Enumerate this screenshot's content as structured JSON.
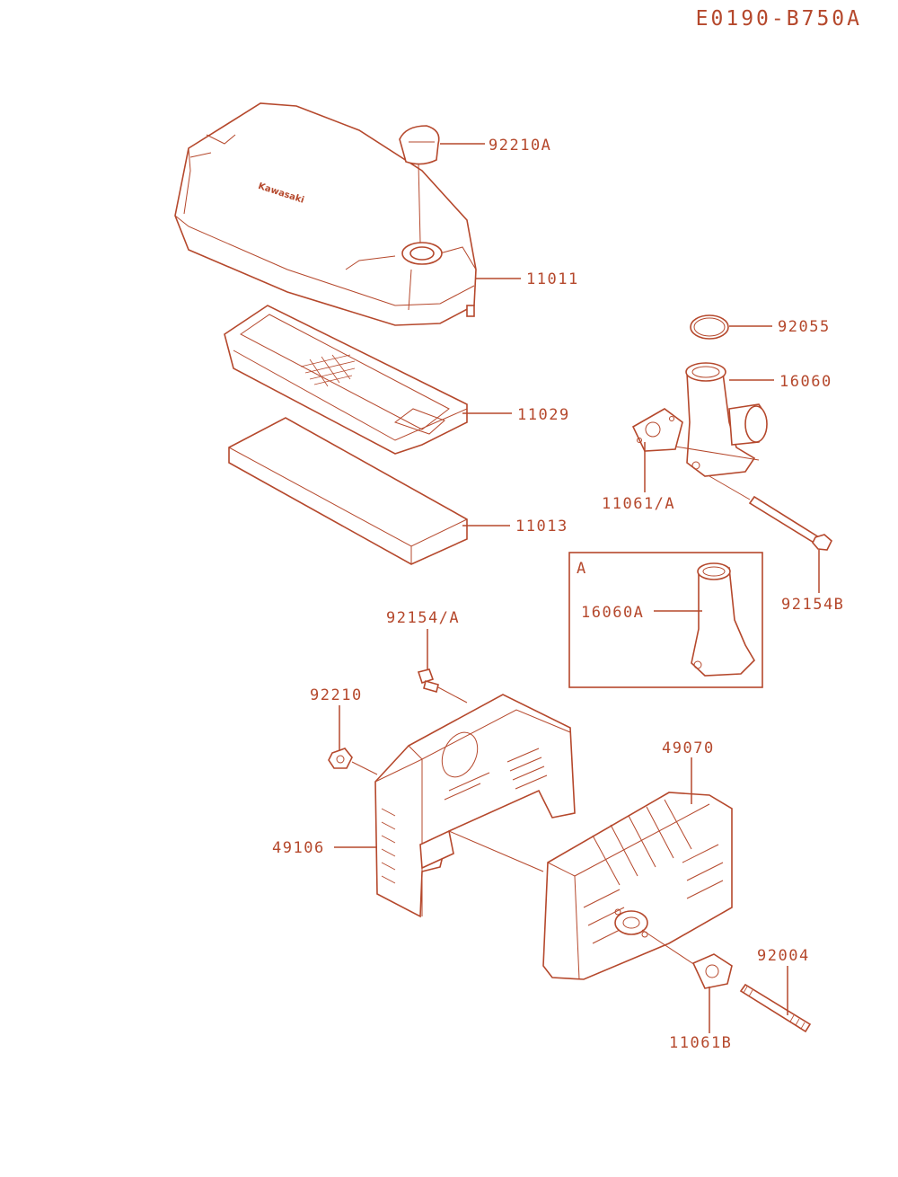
{
  "diagram": {
    "code": "E0190-B750A",
    "brand_mark": "Kawasaki",
    "inset_letter": "A",
    "labels": {
      "p92210A": "92210A",
      "p11011": "11011",
      "p92055": "92055",
      "p16060": "16060",
      "p11029": "11029",
      "p11061A": "11061/A",
      "p11013": "11013",
      "p92154B": "92154B",
      "p16060A": "16060A",
      "p92154A": "92154/A",
      "p92210": "92210",
      "p49070": "49070",
      "p49106": "49106",
      "p92004": "92004",
      "p11061B": "11061B"
    },
    "colors": {
      "line": "#b5482c",
      "background": "#ffffff"
    }
  }
}
